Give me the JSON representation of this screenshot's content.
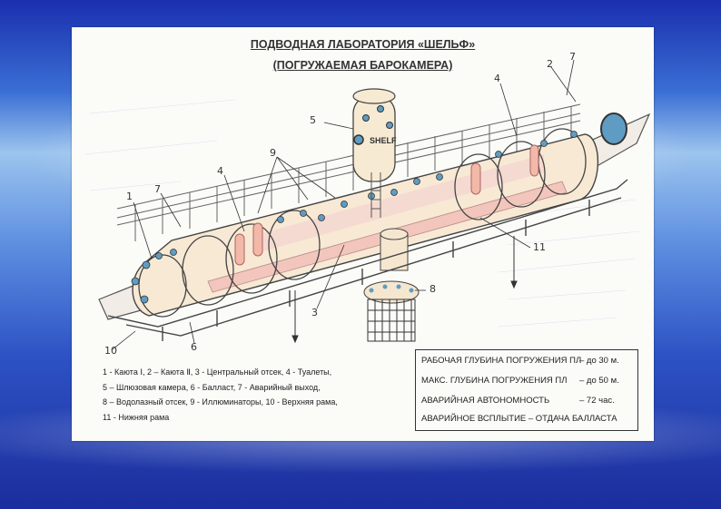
{
  "diagram": {
    "title": "ПОДВОДНАЯ ЛАБОРАТОРИЯ «ШЕЛЬФ»",
    "subtitle": "(ПОГРУЖАЕМАЯ БАРОКАМЕРА)",
    "module_label": "SHELF",
    "callouts": [
      "1",
      "7",
      "4",
      "9",
      "5",
      "4",
      "2",
      "7",
      "3",
      "8",
      "6",
      "10",
      "11"
    ],
    "legend": [
      "1 -  Каюта Ⅰ,  2 – Каюта Ⅱ, 3 - Центральный отсек,   4 -  Туалеты,",
      "5 – Шлюзовая камера,  6 - Балласт,  7 - Аварийный выход,",
      "8 – Водолазный отсек,  9 - Иллюминаторы, 10 - Верхняя рама,",
      "11  -  Нижняя рама"
    ],
    "specs": [
      {
        "label": "РАБОЧАЯ  ГЛУБИНА ПОГРУЖЕНИЯ ПЛ",
        "value": "– до 30 м."
      },
      {
        "label": "МАКС. ГЛУБИНА  ПОГРУЖЕНИЯ ПЛ",
        "value": "–   до 50 м."
      },
      {
        "label": "АВАРИЙНАЯ  АВТОНОМНОСТЬ",
        "value": "–      72 час."
      },
      {
        "label": "АВАРИЙНОЕ ВСПЛЫТИЕ – ОТДАЧА БАЛЛАСТА",
        "value": ""
      }
    ]
  }
}
